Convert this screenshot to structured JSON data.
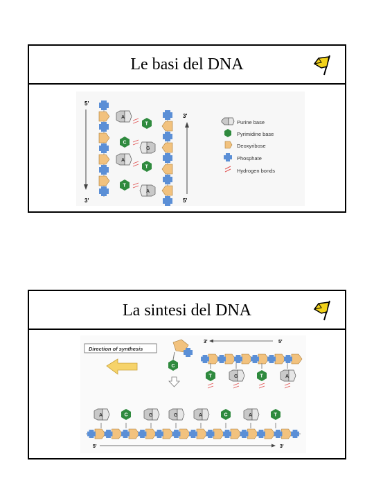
{
  "slides": [
    {
      "title": "Le basi del DNA",
      "diagram": {
        "strand_top_left": "5'",
        "strand_bottom_left": "3'",
        "strand_top_right": "3'",
        "strand_bottom_right": "5'",
        "pairs": [
          {
            "left": "A",
            "right": "T"
          },
          {
            "left": "C",
            "right": "G"
          },
          {
            "left": "A",
            "right": "T"
          },
          {
            "left": "T",
            "right": "A"
          }
        ],
        "legend": [
          {
            "label": "Purine base",
            "icon": "purine-icon"
          },
          {
            "label": "Pyrimidine base",
            "icon": "pyrimidine-icon"
          },
          {
            "label": "Deoxyribose",
            "icon": "deoxyribose-icon"
          },
          {
            "label": "Phosphate",
            "icon": "phosphate-icon"
          },
          {
            "label": "Hydrogen bonds",
            "icon": "hydrogen-bond-icon"
          }
        ]
      }
    },
    {
      "title": "La sintesi del DNA",
      "diagram": {
        "direction_label": "Direction of synthesis",
        "top_left_end": "3'",
        "top_right_end": "5'",
        "bottom_left_end": "5'",
        "bottom_right_end": "3'",
        "free_nucleotide": "C",
        "top_bases": [
          "T",
          "G",
          "T",
          "A"
        ],
        "bottom_bases": [
          "A",
          "C",
          "G",
          "G",
          "A",
          "C",
          "A",
          "T"
        ]
      }
    }
  ],
  "colors": {
    "phosphate": "#5b8fd6",
    "deoxyribose": "#f2c27e",
    "pyrimidine": "#2f8a3e",
    "purine": "#c9c9c9",
    "hbond": "#e05050",
    "flag": "#f2d21a"
  }
}
